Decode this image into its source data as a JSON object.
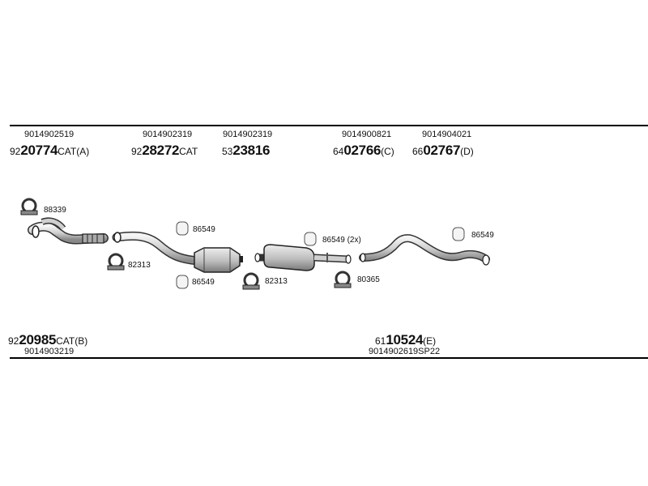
{
  "top_parts": [
    {
      "number": "9014902519",
      "code_prefix": "92",
      "code_bold": "20774",
      "code_suffix": "CAT(A)"
    },
    {
      "number": "9014902319",
      "code_prefix": "92",
      "code_bold": "28272",
      "code_suffix": "CAT"
    },
    {
      "number": "9014902319",
      "code_prefix": "53",
      "code_bold": "23816",
      "code_suffix": ""
    },
    {
      "number": "9014900821",
      "code_prefix": "64",
      "code_bold": "02766",
      "code_suffix": "(C)"
    },
    {
      "number": "9014904021",
      "code_prefix": "66",
      "code_bold": "02767",
      "code_suffix": "(D)"
    }
  ],
  "bottom_parts": [
    {
      "number": "9014903219",
      "code_prefix": "92",
      "code_bold": "20985",
      "code_suffix": "CAT(B)"
    },
    {
      "number": "9014902619SP22",
      "code_prefix": "61",
      "code_bold": "10524",
      "code_suffix": "(E)"
    }
  ],
  "callouts": {
    "clamp_left": "88339",
    "hanger_cat_top": "86549",
    "clamp_mid": "82313",
    "hanger_cat_bottom": "86549",
    "clamp_center": "82313",
    "hanger_muffler": "86549 (2x)",
    "clamp_right": "80365",
    "hanger_tail": "86549"
  }
}
